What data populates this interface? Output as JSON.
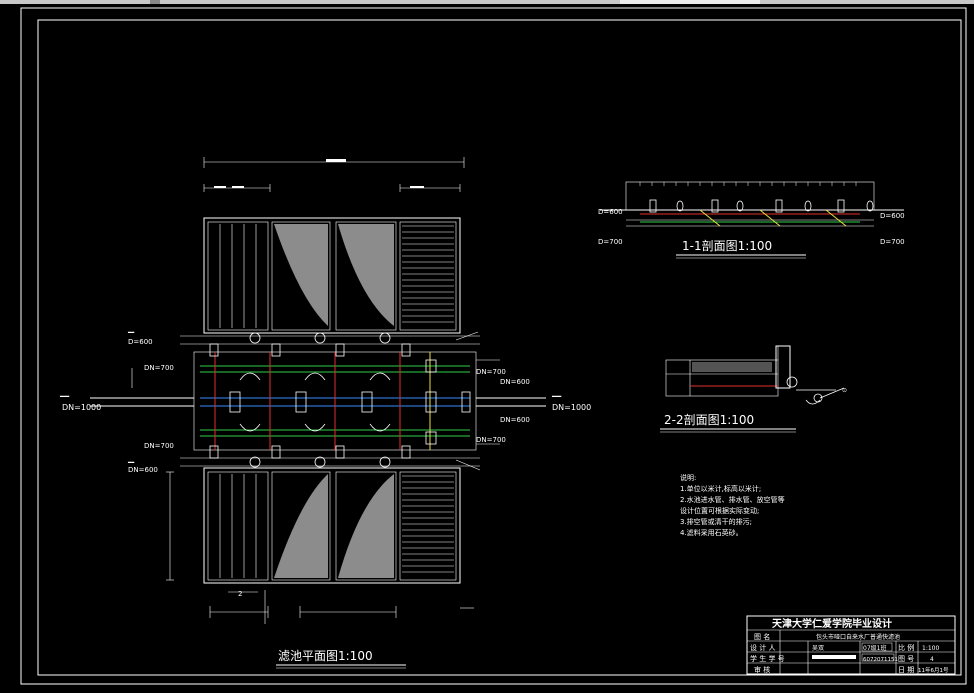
{
  "window": {
    "title_bar_text": "",
    "tab_stub": ""
  },
  "plan": {
    "title": "滤池平面图1:100",
    "labels": {
      "left_in": "DN=1000",
      "right_out": "DN=1000",
      "tl_pipe": "D=600",
      "bl_pipe": "DN=600",
      "l_mid_top": "DN=700",
      "l_mid_bot": "DN=700",
      "r_top": "DN=700",
      "r_mid1": "DN=600",
      "r_mid2": "DN=600",
      "r_bot": "DN=700",
      "section_mark": "2"
    }
  },
  "section11": {
    "title": "1-1剖面图1:100",
    "l1": "D=600",
    "l2": "D=700",
    "r1": "D=600",
    "r2": "D=700"
  },
  "section22": {
    "title": "2-2剖面图1:100"
  },
  "notes": {
    "heading": "说明:",
    "lines": [
      "1.单位以米计,标高以米计;",
      "2.水池进水管、排水管、放空管等",
      "设计位置可根据实际变动;",
      "3.排空管或清干的排污;",
      "4.滤料采用石英砂。"
    ]
  },
  "title_block": {
    "school": "天津大学仁爱学院毕业设计",
    "rows": [
      {
        "c1": "图 名",
        "c2": "包头市哑口自来水厂普通快滤池",
        "c3": "",
        "c4": ""
      },
      {
        "c1": "设 计 人",
        "c2": "",
        "c3": "07级1班",
        "c4": "比 例",
        "c5": "1:100"
      },
      {
        "c1": "学 生 学 号",
        "c2": "",
        "c3": "6072071151",
        "c4": "图 号",
        "c5": "4"
      },
      {
        "c1": "审 核",
        "c2": "",
        "c3": "",
        "c4": "日 期",
        "c5": "11年6月1号"
      }
    ],
    "designer_name": "吴双"
  }
}
